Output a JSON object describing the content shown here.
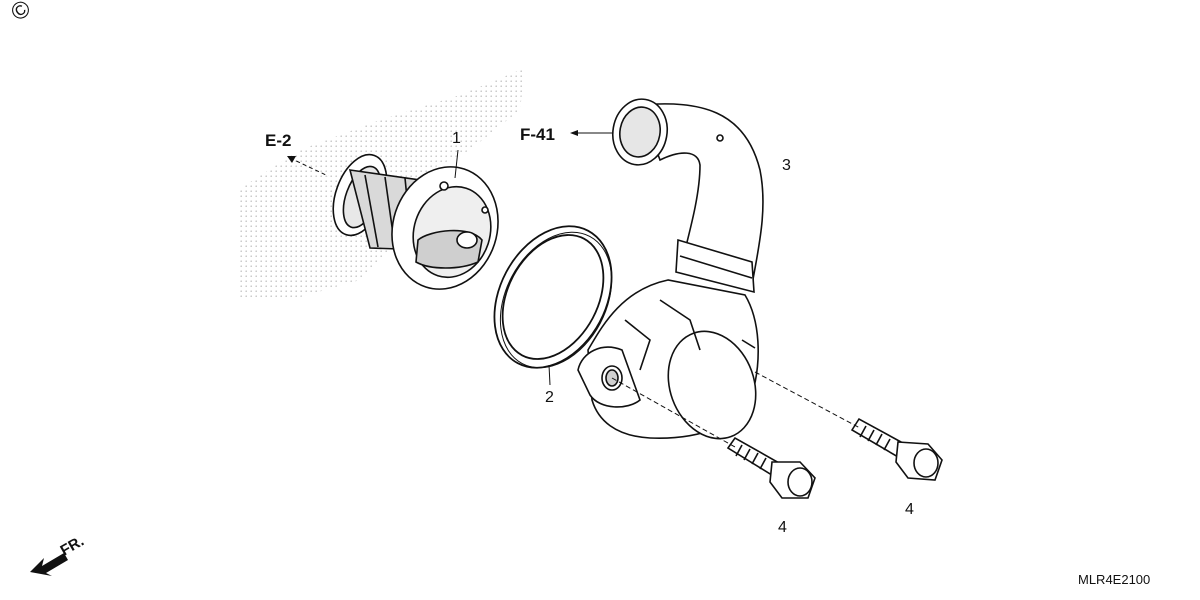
{
  "copyright_mark": "©",
  "refs": {
    "e2": "E-2",
    "f41": "F-41"
  },
  "callouts": {
    "thermostat": "1",
    "seal_ring": "2",
    "water_pipe": "3",
    "bolt_left": "4",
    "bolt_right": "4"
  },
  "front_indicator": "FR.",
  "diagram_code": "MLR4E2100"
}
